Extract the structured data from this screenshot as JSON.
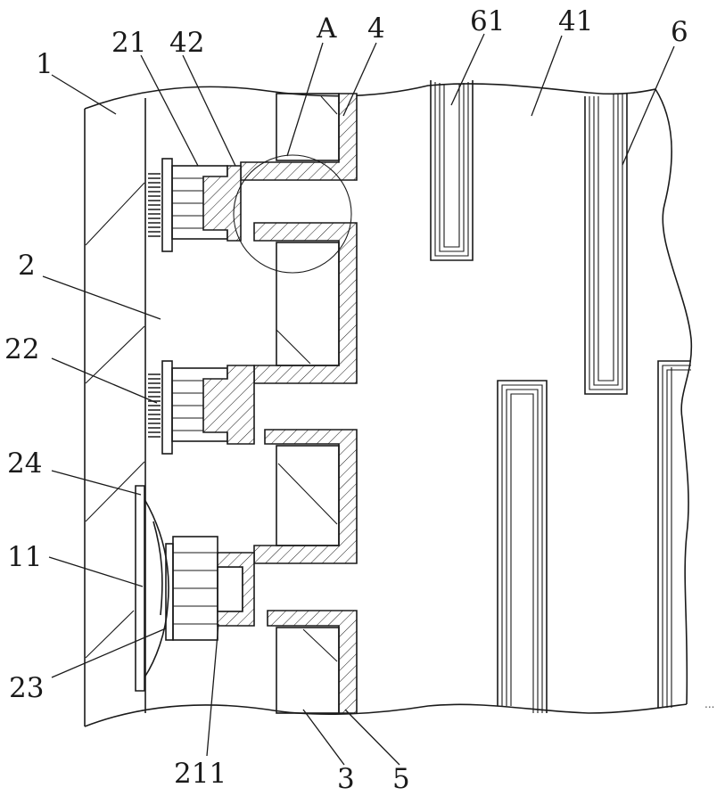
{
  "figure": {
    "labels": {
      "l1": "1",
      "l21": "21",
      "l42": "42",
      "lA": "A",
      "l4": "4",
      "l61": "61",
      "l41": "41",
      "l6": "6",
      "l2": "2",
      "l22": "22",
      "l24": "24",
      "l11": "11",
      "l23": "23",
      "l211": "211",
      "l3": "3",
      "l5": "5",
      "ldots": "..."
    }
  }
}
